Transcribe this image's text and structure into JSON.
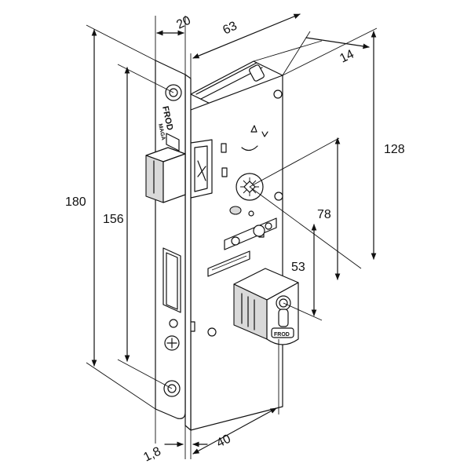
{
  "dimensions": {
    "width_faceplate": "20",
    "depth_case": "63",
    "thickness_case": "14",
    "height_case": "128",
    "height_total": "180",
    "screw_spacing": "156",
    "handle_to_cylinder": "78",
    "cylinder_offset": "53",
    "backset": "40",
    "faceplate_thickness": "1,8"
  },
  "brand": {
    "logo": "FROD",
    "sublabel": "MAGA"
  },
  "colors": {
    "line": "#111111",
    "metal_fill": "#d9d9d9",
    "background": "#ffffff"
  }
}
